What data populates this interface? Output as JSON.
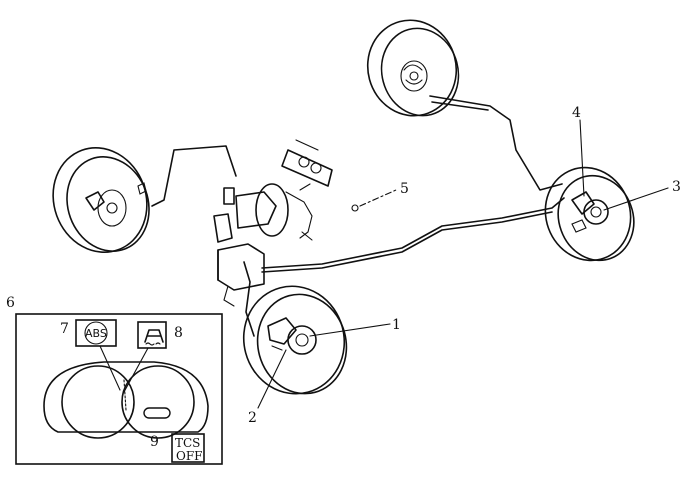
{
  "labels": {
    "n1": "1",
    "n2": "2",
    "n3": "3",
    "n4": "4",
    "n5": "5",
    "n6": "6",
    "n7": "7",
    "n8": "8",
    "n9": "9"
  },
  "indicators": {
    "abs_text": "ABS",
    "tcs_line1": "TCS",
    "tcs_line2": "OFF"
  }
}
